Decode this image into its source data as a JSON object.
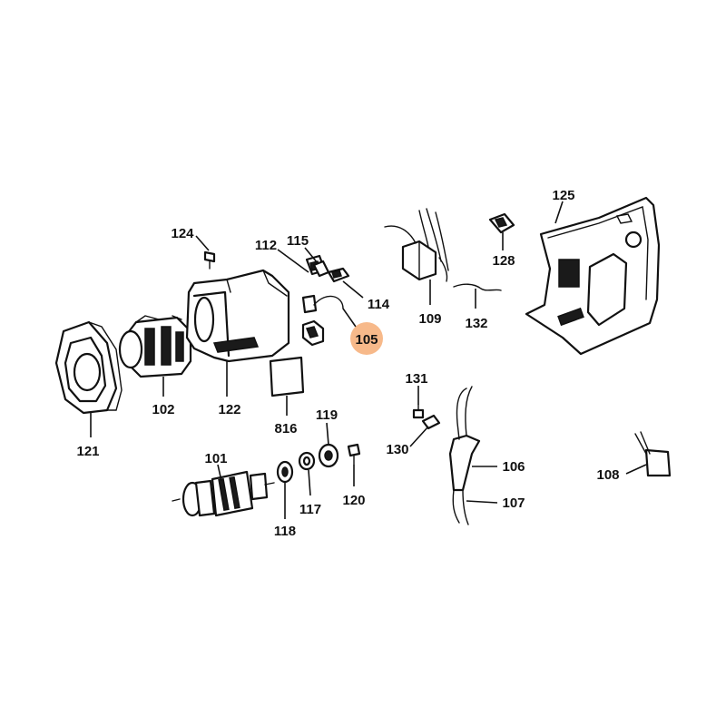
{
  "colors": {
    "ink": "#111111",
    "highlight": "#f7b98a",
    "background": "#ffffff"
  },
  "highlighted_part": "105",
  "callouts": {
    "p101": "101",
    "p102": "102",
    "p105": "105",
    "p106": "106",
    "p107": "107",
    "p108": "108",
    "p109": "109",
    "p112": "112",
    "p114": "114",
    "p115": "115",
    "p117": "117",
    "p118": "118",
    "p119": "119",
    "p120": "120",
    "p121": "121",
    "p122": "122",
    "p124": "124",
    "p125": "125",
    "p128": "128",
    "p130": "130",
    "p131": "131",
    "p132": "132",
    "p816": "816"
  }
}
